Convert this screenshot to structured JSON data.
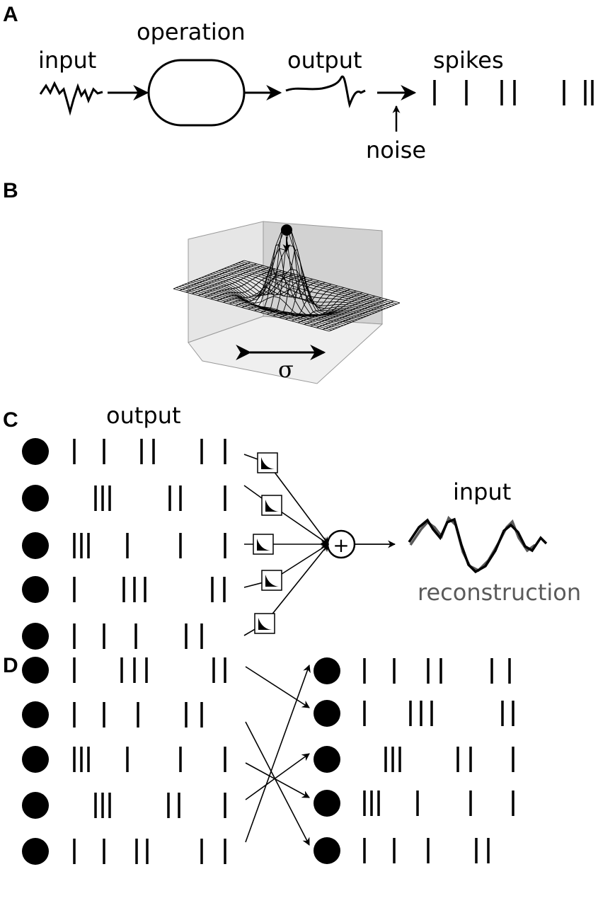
{
  "panels": {
    "a": {
      "label": "A",
      "input_label": "input",
      "operation_label": "operation",
      "output_label": "output",
      "spikes_label": "spikes",
      "noise_label": "noise",
      "spike_times": [
        0,
        45,
        95,
        113,
        183,
        213,
        223
      ]
    },
    "b": {
      "label": "B",
      "sigma_label": "σ"
    },
    "c": {
      "label": "C",
      "output_label": "output",
      "input_label": "input",
      "reconstruction_label": "reconstruction",
      "sum_symbol": "+",
      "neuron_count": 5,
      "spike_trains": [
        [
          0,
          42,
          95,
          112,
          180,
          213
        ],
        [
          30,
          40,
          50,
          135,
          150,
          213
        ],
        [
          0,
          10,
          20,
          75,
          150,
          213
        ],
        [
          0,
          70,
          85,
          100,
          195,
          212
        ],
        [
          0,
          42,
          87,
          158,
          180
        ]
      ]
    },
    "d": {
      "label": "D",
      "neuron_count": 5,
      "left_spike_trains": [
        [
          0,
          67,
          85,
          102,
          197,
          213
        ],
        [
          0,
          42,
          90,
          158,
          180
        ],
        [
          0,
          10,
          20,
          75,
          150,
          213
        ],
        [
          30,
          40,
          50,
          133,
          148,
          213
        ],
        [
          0,
          42,
          88,
          103,
          180,
          213
        ]
      ],
      "right_spike_trains": [
        [
          0,
          42,
          90,
          108,
          180,
          205
        ],
        [
          0,
          65,
          80,
          95,
          195,
          210
        ],
        [
          30,
          40,
          50,
          132,
          150,
          210
        ],
        [
          0,
          10,
          20,
          75,
          150,
          210
        ],
        [
          0,
          42,
          90,
          158,
          175
        ]
      ],
      "mapping": [
        1,
        4,
        3,
        2,
        0
      ]
    }
  },
  "colors": {
    "ink": "#000000",
    "reconstruction": "#5a5a5a",
    "box_back": "#e6e6e6",
    "box_side": "#d2d2d2",
    "box_floor": "#efefef"
  }
}
